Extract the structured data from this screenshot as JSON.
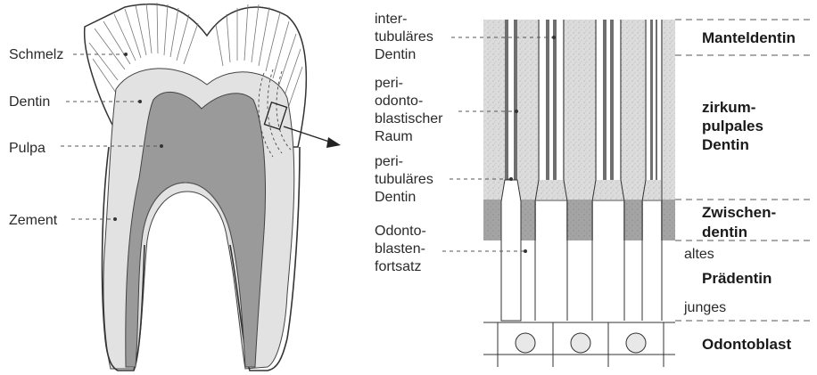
{
  "tooth": {
    "labels": [
      "Schmelz",
      "Dentin",
      "Pulpa",
      "Zement"
    ]
  },
  "tubules": {
    "left_labels": [
      [
        "inter-",
        "tubuläres",
        "Dentin"
      ],
      [
        "peri-",
        "odonto-",
        "blastischer",
        "Raum"
      ],
      [
        "peri-",
        "tubuläres",
        "Dentin"
      ],
      [
        "Odonto-",
        "blasten-",
        "fortsatz"
      ]
    ]
  },
  "zones": {
    "manteldentin": [
      "Manteldentin"
    ],
    "zirkumpulpal": [
      "zirkum-",
      "pulpales",
      "Dentin"
    ],
    "zwischen": [
      "Zwischen-",
      "dentin"
    ],
    "altes": "altes",
    "praedentin": "Prädentin",
    "junges": "junges",
    "odontoblast": "Odontoblast"
  },
  "colors": {
    "dentin": "#d9d9d9",
    "pulpa": "#9a9a9a",
    "zwischendentin": "#a8a8a8",
    "peritubular": "#6f6f6f",
    "praedentin": "#ececec",
    "line": "#333333"
  }
}
